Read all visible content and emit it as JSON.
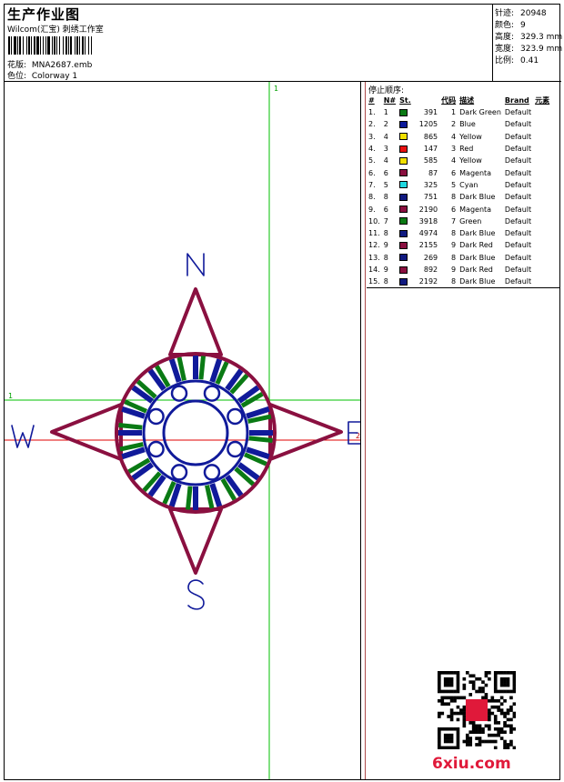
{
  "header": {
    "title": "生产作业图",
    "subtitle": "Wilcom(汇宝) 刺绣工作室",
    "design_label": "花版:",
    "design_value": "MNA2687.emb",
    "colorway_label": "色位:",
    "colorway_value": "Colorway 1"
  },
  "stats": {
    "stitches_label": "针迹:",
    "stitches_value": "20948",
    "colors_label": "颜色:",
    "colors_value": "9",
    "height_label": "高度:",
    "height_value": "329.3 mm",
    "width_label": "宽度:",
    "width_value": "323.9 mm",
    "scale_label": "比例:",
    "scale_value": "0.41"
  },
  "design": {
    "compass_n": "N",
    "compass_s": "S",
    "compass_e": "E",
    "compass_w": "W",
    "marker_1_top": "1",
    "marker_1_left": "1",
    "marker_2": "2"
  },
  "sequence": {
    "title": "停止顺序:",
    "headers": [
      "#",
      "N#",
      "St.",
      "代码",
      "描述",
      "Brand",
      "元素"
    ],
    "rows": [
      {
        "idx": "1.",
        "n": "1",
        "color": "#0a7a14",
        "st": "391",
        "code": "1",
        "desc": "Dark Green",
        "brand": "Default"
      },
      {
        "idx": "2.",
        "n": "2",
        "color": "#0c1a9a",
        "st": "1205",
        "code": "2",
        "desc": "Blue",
        "brand": "Default"
      },
      {
        "idx": "3.",
        "n": "4",
        "color": "#f0e000",
        "st": "865",
        "code": "4",
        "desc": "Yellow",
        "brand": "Default"
      },
      {
        "idx": "4.",
        "n": "3",
        "color": "#e81010",
        "st": "147",
        "code": "3",
        "desc": "Red",
        "brand": "Default"
      },
      {
        "idx": "5.",
        "n": "4",
        "color": "#f0e000",
        "st": "585",
        "code": "4",
        "desc": "Yellow",
        "brand": "Default"
      },
      {
        "idx": "6.",
        "n": "6",
        "color": "#8a1040",
        "st": "87",
        "code": "6",
        "desc": "Magenta",
        "brand": "Default"
      },
      {
        "idx": "7.",
        "n": "5",
        "color": "#20d8e0",
        "st": "325",
        "code": "5",
        "desc": "Cyan",
        "brand": "Default"
      },
      {
        "idx": "8.",
        "n": "8",
        "color": "#101a80",
        "st": "751",
        "code": "8",
        "desc": "Dark Blue",
        "brand": "Default"
      },
      {
        "idx": "9.",
        "n": "6",
        "color": "#8a1040",
        "st": "2190",
        "code": "6",
        "desc": "Magenta",
        "brand": "Default"
      },
      {
        "idx": "10.",
        "n": "7",
        "color": "#0a7a14",
        "st": "3918",
        "code": "7",
        "desc": "Green",
        "brand": "Default"
      },
      {
        "idx": "11.",
        "n": "8",
        "color": "#101a80",
        "st": "4974",
        "code": "8",
        "desc": "Dark Blue",
        "brand": "Default"
      },
      {
        "idx": "12.",
        "n": "9",
        "color": "#8a1040",
        "st": "2155",
        "code": "9",
        "desc": "Dark Red",
        "brand": "Default"
      },
      {
        "idx": "13.",
        "n": "8",
        "color": "#101a80",
        "st": "269",
        "code": "8",
        "desc": "Dark Blue",
        "brand": "Default"
      },
      {
        "idx": "14.",
        "n": "9",
        "color": "#8a1040",
        "st": "892",
        "code": "9",
        "desc": "Dark Red",
        "brand": "Default"
      },
      {
        "idx": "15.",
        "n": "8",
        "color": "#101a80",
        "st": "2192",
        "code": "8",
        "desc": "Dark Blue",
        "brand": "Default"
      }
    ]
  },
  "watermark": "6xiu.com",
  "colors": {
    "maroon": "#8a1040",
    "navy": "#101a9a",
    "green": "#0a7a14",
    "guide_green": "#00c000",
    "guide_red": "#e00000"
  }
}
